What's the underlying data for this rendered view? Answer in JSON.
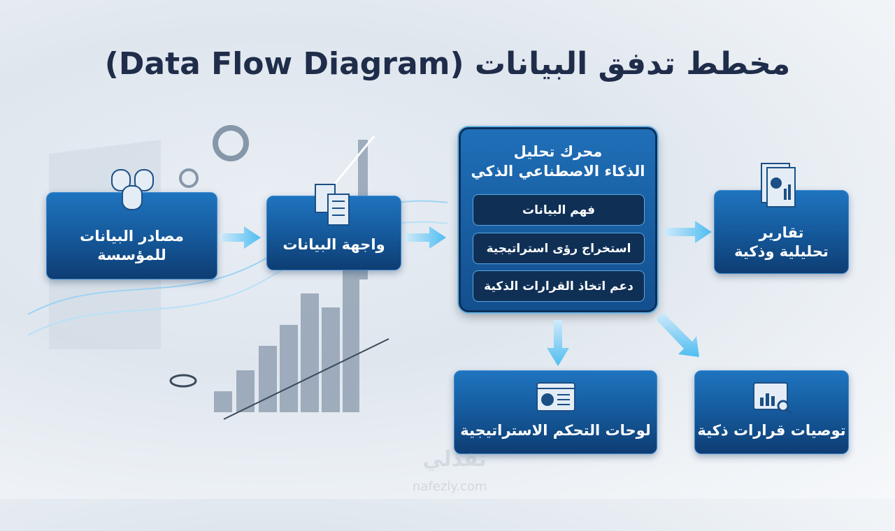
{
  "title": "مخطط تدفق البيانات (Data Flow Diagram)",
  "nodes": {
    "sources": {
      "label_line1": "مصادر البيانات",
      "label_line2": "للمؤسسة",
      "icon": "database-icon"
    },
    "interface": {
      "label": "واجهة البيانات",
      "icon": "documents-icon"
    },
    "engine": {
      "title_line1": "محرك تحليل",
      "title_line2": "الذكاء الاصطناعي الذكي",
      "items": [
        "فهم البيانات",
        "استخراج رؤى استراتيجية",
        "دعم اتخاذ القرارات الذكية"
      ]
    },
    "reports": {
      "label_line1": "تقارير",
      "label_line2": "تحليلية وذكية",
      "icon": "report-icon"
    },
    "dashboards": {
      "label": "لوحات التحكم الاستراتيجية",
      "icon": "dashboard-icon"
    },
    "recommendations": {
      "label": "توصيات قرارات ذكية",
      "icon": "analytics-icon"
    }
  },
  "watermark": {
    "logo": "نفذلي",
    "site": "nafezly.com"
  },
  "colors": {
    "box": "#155a9c",
    "arrow": "#5cc3f2",
    "title": "#1f2d4a"
  }
}
